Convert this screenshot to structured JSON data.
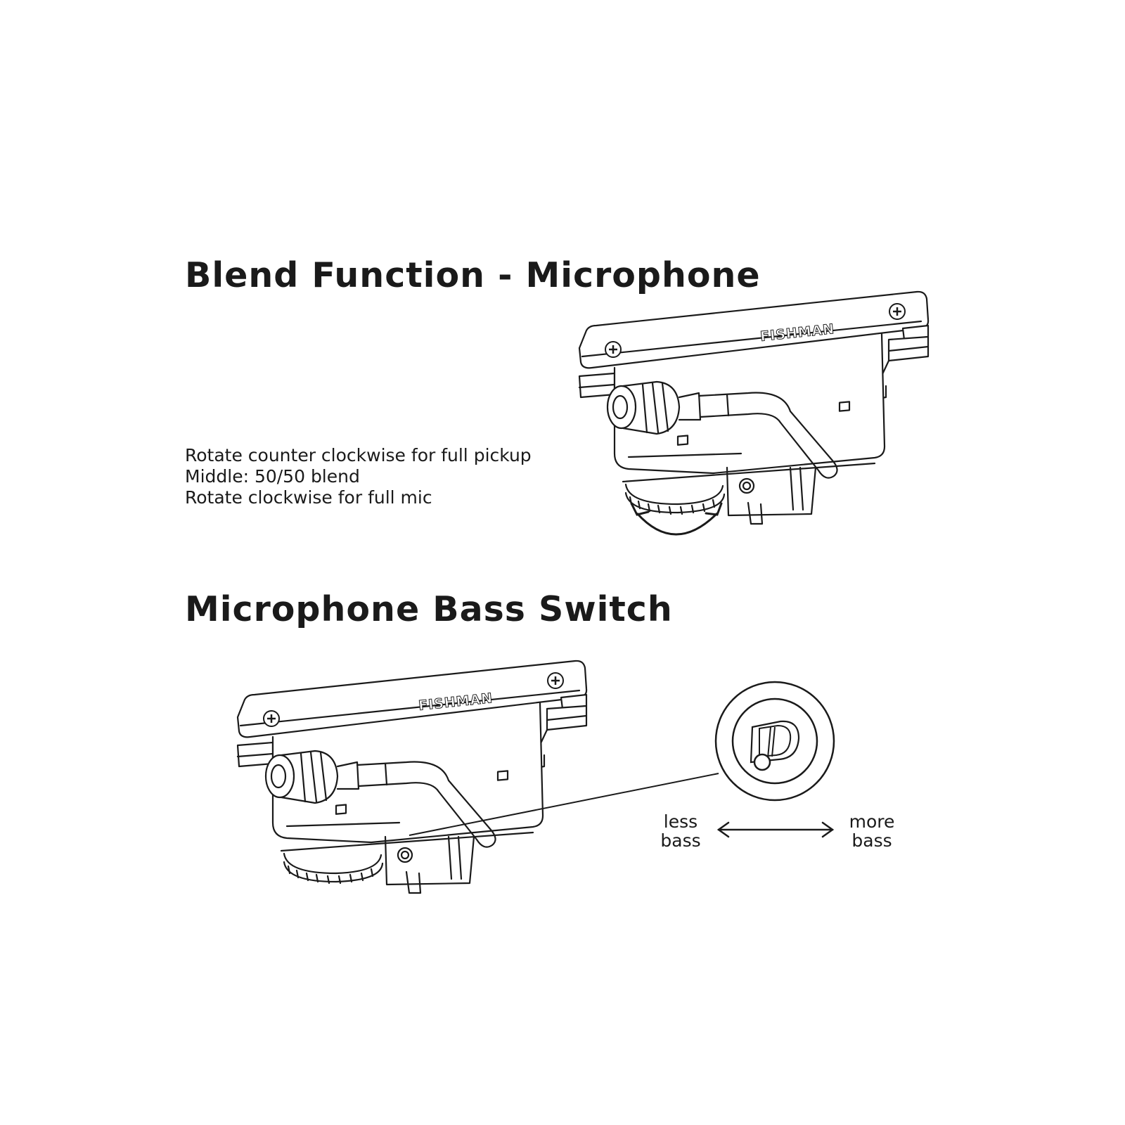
{
  "blend": {
    "title": "Blend Function - Microphone",
    "lines": [
      "Rotate counter clockwise for full pickup",
      "Middle: 50/50 blend",
      "Rotate clockwise for full mic"
    ]
  },
  "bass_switch": {
    "title": "Microphone Bass Switch",
    "left_label": [
      "less",
      "bass"
    ],
    "right_label": [
      "more",
      "bass"
    ]
  },
  "brand": "FISHMAN",
  "colors": {
    "ink": "#1a1a1a",
    "background": "#ffffff"
  },
  "icons": [
    "rotate-arrow-icon",
    "double-arrow-icon",
    "switch-zoom-icon",
    "screw-icon"
  ]
}
